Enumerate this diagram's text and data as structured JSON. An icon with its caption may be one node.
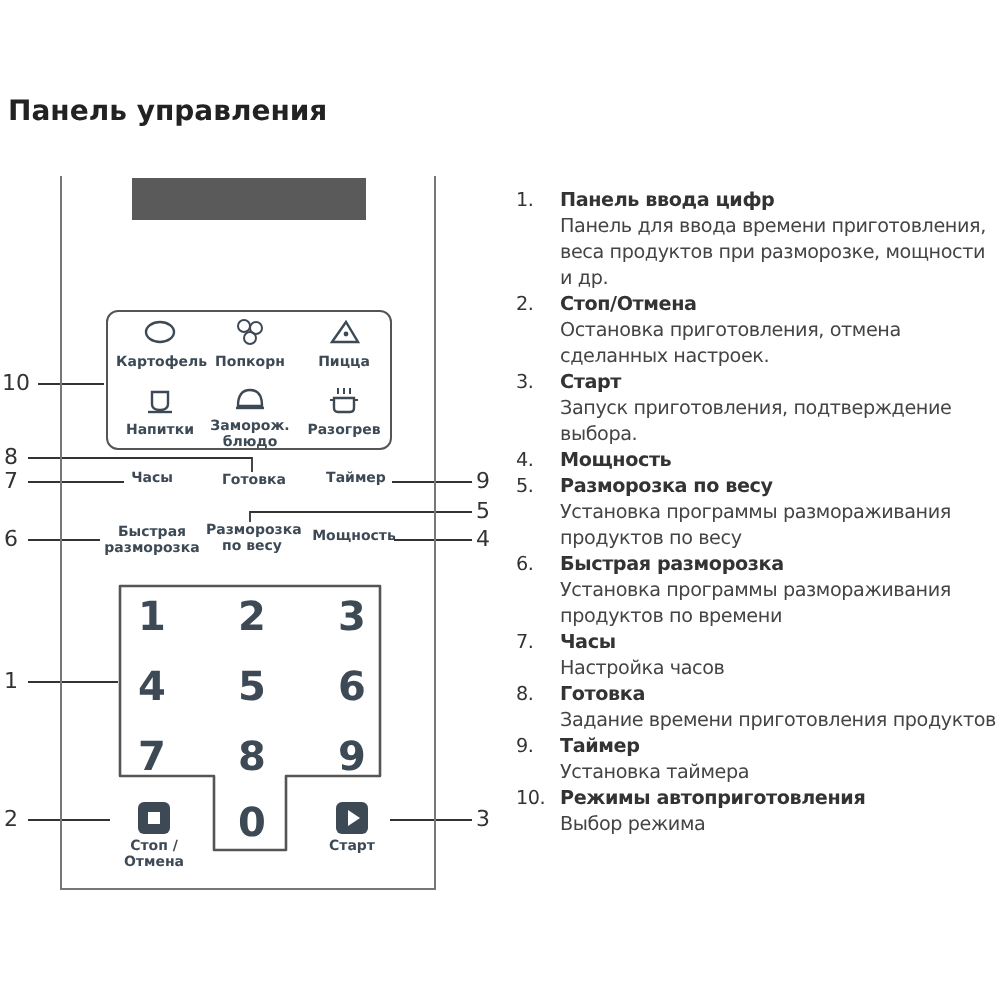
{
  "diagram": {
    "title": "Панель управления",
    "nodes": [
      {
        "text": [],
        "shape": "box"
      },
      {
        "text": [],
        "shape": "bar",
        "in": 0
      },
      {
        "text": [],
        "shape": "box",
        "in": 0
      },
      {
        "text": [
          "Картофель"
        ],
        "in": 2
      },
      {
        "text": [
          "Попкорн"
        ],
        "in": 2
      },
      {
        "text": [
          "Пицца"
        ],
        "in": 2
      },
      {
        "text": [
          "Напитки"
        ],
        "in": 2
      },
      {
        "text": [
          "Заморож. блюдо"
        ],
        "in": 2
      },
      {
        "text": [
          "Разогрев"
        ],
        "in": 2
      },
      {
        "text": [
          "Часы"
        ],
        "in": 0
      },
      {
        "text": [
          "Готовка"
        ],
        "in": 0
      },
      {
        "text": [
          "Таймер"
        ],
        "in": 0
      },
      {
        "text": [
          "Быстрая разморозка"
        ],
        "in": 0
      },
      {
        "text": [
          "Разморозка по весу"
        ],
        "in": 0
      },
      {
        "text": [
          "Мощность"
        ],
        "in": 0
      },
      {
        "text": [],
        "shape": "box",
        "in": 0
      },
      {
        "text": [
          "1"
        ],
        "in": 15
      },
      {
        "text": [
          "2"
        ],
        "in": 15
      },
      {
        "text": [
          "3"
        ],
        "in": 15
      },
      {
        "text": [
          "4"
        ],
        "in": 15
      },
      {
        "text": [
          "5"
        ],
        "in": 15
      },
      {
        "text": [
          "6"
        ],
        "in": 15
      },
      {
        "text": [
          "7"
        ],
        "in": 15
      },
      {
        "text": [
          "8"
        ],
        "in": 15
      },
      {
        "text": [
          "9"
        ],
        "in": 15
      },
      {
        "text": [
          "0"
        ],
        "in": 15
      },
      {
        "text": [
          "Стоп / Отмена"
        ],
        "in": 0
      },
      {
        "text": [
          "Старт"
        ],
        "in": 0
      },
      {
        "text": [
          "10"
        ]
      },
      {
        "text": [
          "8"
        ]
      },
      {
        "text": [
          "7"
        ]
      },
      {
        "text": [
          "9"
        ]
      },
      {
        "text": [
          "5"
        ]
      },
      {
        "text": [
          "6"
        ]
      },
      {
        "text": [
          "4"
        ]
      },
      {
        "text": [
          "1"
        ]
      },
      {
        "text": [
          "2"
        ]
      },
      {
        "text": [
          "3"
        ]
      }
    ],
    "edges": [
      {
        "from": 28,
        "to": 2,
        "arrow": "none"
      },
      {
        "from": 29,
        "to": 10,
        "arrow": "none"
      },
      {
        "from": 30,
        "to": 9,
        "arrow": "none"
      },
      {
        "from": 31,
        "to": 11,
        "arrow": "none"
      },
      {
        "from": 32,
        "to": 13,
        "arrow": "none"
      },
      {
        "from": 33,
        "to": 12,
        "arrow": "none"
      },
      {
        "from": 34,
        "to": 14,
        "arrow": "none"
      },
      {
        "from": 35,
        "to": 15,
        "arrow": "none"
      },
      {
        "from": 36,
        "to": 26,
        "arrow": "none"
      },
      {
        "from": 37,
        "to": 27,
        "arrow": "none"
      }
    ],
    "labels": [
      "1.",
      "Панель ввода цифр",
      "Панель для ввода времени приготовления, веса продуктов при разморозке, мощности и др.",
      "2.",
      "Стоп/Отмена",
      "Остановка приготовления, отмена сделанных настроек.",
      "3.",
      "Старт",
      "Запуск приготовления, подтверждение выбора.",
      "4.",
      "Мощность",
      "5.",
      "Разморозка по весу",
      "Установка программы размораживания продуктов по весу",
      "6.",
      "Быстрая разморозка",
      "Установка программы размораживания продуктов по времени",
      "7.",
      "Часы",
      "Настройка часов",
      "8.",
      "Готовка",
      "Задание времени приготовления продуктов",
      "9.",
      "Таймер",
      "Установка таймера",
      "10.",
      "Режимы автоприготовления",
      "Выбор режима"
    ]
  }
}
